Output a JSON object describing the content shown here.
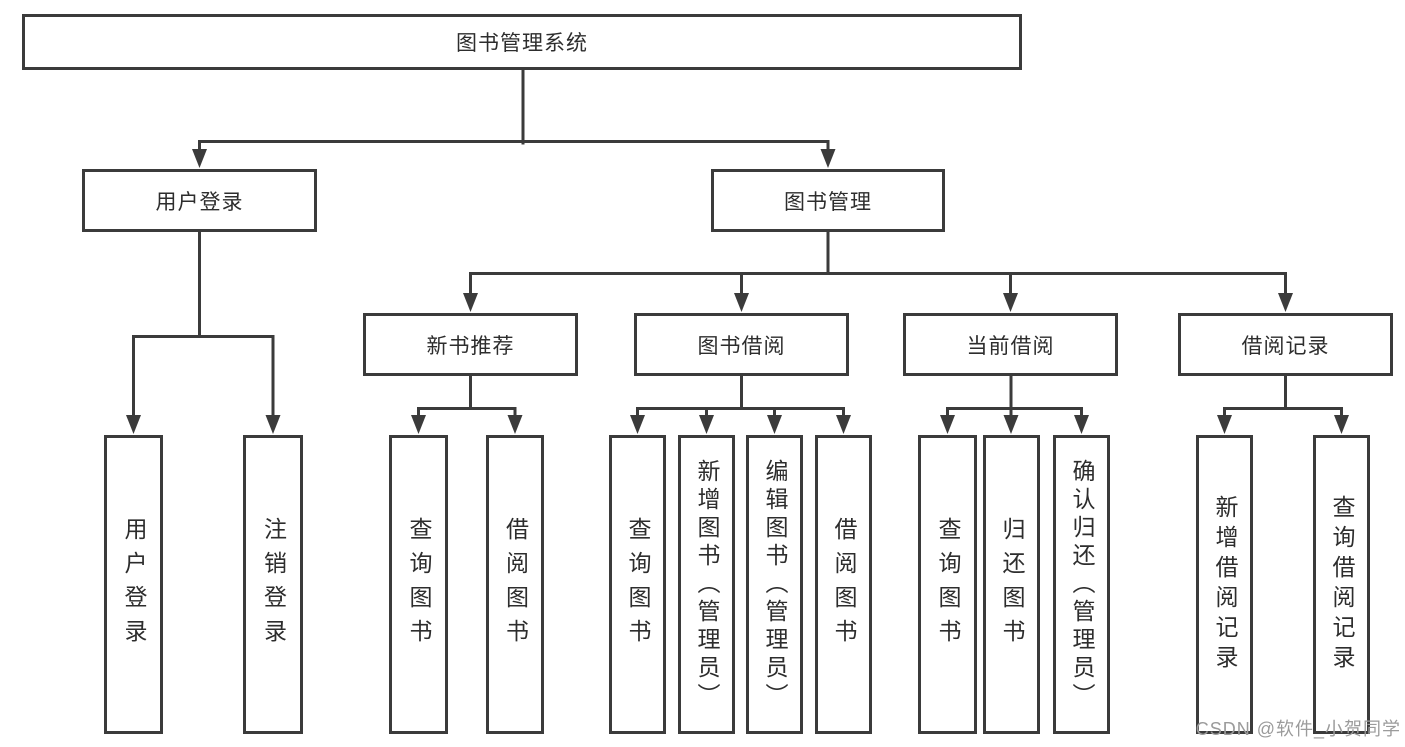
{
  "colors": {
    "line": "#3b3b3b",
    "text": "#2d2d2d",
    "watermark": "#9b9b9b",
    "background": "#ffffff"
  },
  "watermark": {
    "text": "CSDN @软件_小贺同学"
  },
  "nodes": {
    "root": "图书管理系统",
    "user_login": "用户登录",
    "book_mgmt": "图书管理",
    "new_book_recommend": "新书推荐",
    "book_borrowing": "图书借阅",
    "current_borrowing": "当前借阅",
    "borrowing_records": "借阅记录",
    "leaf_user_login": "用户登录",
    "leaf_logout": "注销登录",
    "leaf_nb_query_books": "查询图书",
    "leaf_nb_borrow_books": "借阅图书",
    "leaf_bb_query_books": "查询图书",
    "leaf_bb_add_books": "新增图书（管理员）",
    "leaf_bb_edit_books": "编辑图书（管理员）",
    "leaf_bb_borrow_books": "借阅图书",
    "leaf_cb_query_books": "查询图书",
    "leaf_cb_return_books": "归还图书",
    "leaf_cb_confirm_return": "确认归还（管理员）",
    "leaf_br_add_record": "新增借阅记录",
    "leaf_br_query_record": "查询借阅记录"
  }
}
